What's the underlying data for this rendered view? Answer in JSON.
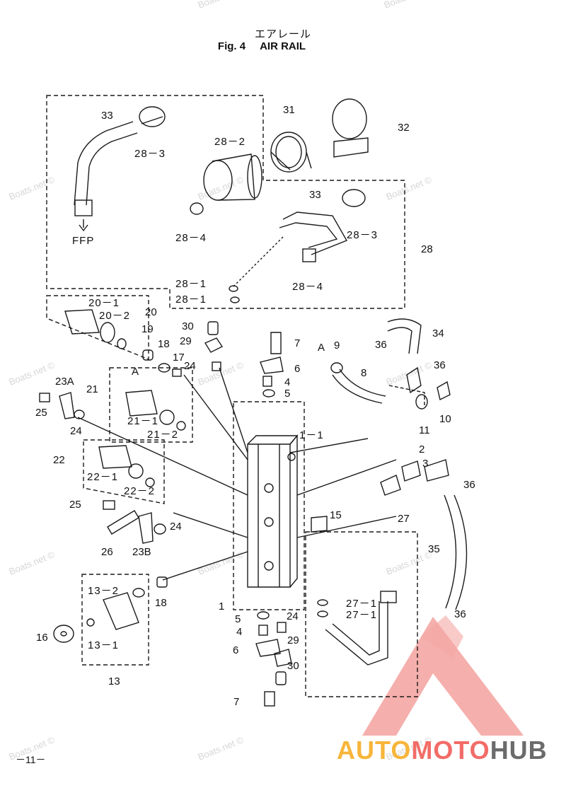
{
  "header": {
    "title_jp": "エアレール",
    "fig_number": "Fig. 4",
    "title_en": "AIR RAIL"
  },
  "labels": {
    "l33a": "33",
    "l28_3a": "28－3",
    "l31": "31",
    "l32": "32",
    "l28_2": "28－2",
    "l33b": "33",
    "l28_4a": "28－4",
    "l28_3b": "28－3",
    "l28": "28",
    "lffp": "FFP",
    "l28_1a": "28－1",
    "l28_1b": "28－1",
    "l28_4b": "28－4",
    "l20_1": "20－1",
    "l20_2": "20－2",
    "l20": "20",
    "l19": "19",
    "l18a": "18",
    "l17": "17",
    "l30a": "30",
    "l29a": "29",
    "l24a": "24",
    "l7a": "7",
    "l6a": "6",
    "l4a": "4",
    "l5a": "5",
    "lA1": "A",
    "l9": "9",
    "l8": "8",
    "l34": "34",
    "l36a": "36",
    "l36b": "36",
    "l23A": "23A",
    "l21": "21",
    "lA2": "A",
    "l25a": "25",
    "l24b": "24",
    "l21_1": "21－1",
    "l21_2": "21－2",
    "l11": "11",
    "l10": "10",
    "l1_1": "1－1",
    "l2": "2",
    "l3": "3",
    "l36c": "36",
    "l22": "22",
    "l22_1": "22－1",
    "l22_2": "22－2",
    "l25b": "25",
    "l24c": "24",
    "l15": "15",
    "l27": "27",
    "l26": "26",
    "l23B": "23B",
    "l35": "35",
    "l13_2": "13－2",
    "l18b": "18",
    "l16": "16",
    "l13_1": "13－1",
    "l13": "13",
    "l1": "1",
    "l5b": "5",
    "l4b": "4",
    "l6b": "6",
    "l24d": "24",
    "l29b": "29",
    "l30b": "30",
    "l7b": "7",
    "l27_1a": "27－1",
    "l27_1b": "27－1",
    "l36d": "36"
  },
  "watermark": "Boats.net ©",
  "footer": {
    "page_number": "－11－",
    "brand_part1": "AUTO",
    "brand_part2": "MOTO",
    "brand_part3": "HUB"
  },
  "colors": {
    "line": "#1a1a1a",
    "brand_orange": "#f7b53a",
    "brand_red": "#f26c68",
    "brand_gray": "#6b6b6b",
    "logo_triangle": "#f4a6a3"
  }
}
